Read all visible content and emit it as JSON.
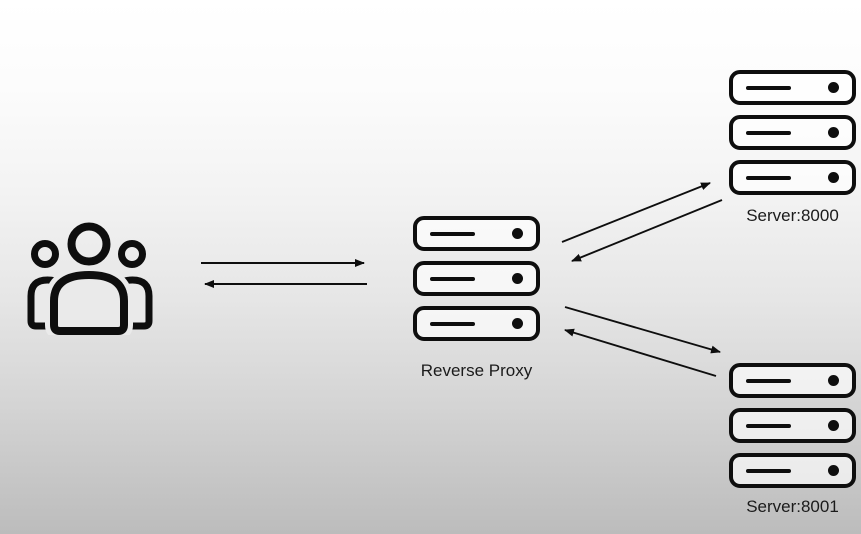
{
  "diagram": {
    "title": "",
    "colors": {
      "ink": "#0e0e0e",
      "background_top": "#ffffff",
      "background_bottom": "#bcbcbc",
      "server_unit_fill": "rgba(255,255,255,0.65)"
    },
    "nodes": {
      "clients": {
        "icon": "users-group-icon",
        "label": ""
      },
      "proxy": {
        "icon": "server-stack-icon",
        "label": "Reverse Proxy"
      },
      "server_8000": {
        "icon": "server-stack-icon",
        "label": "Server:8000"
      },
      "server_8001": {
        "icon": "server-stack-icon",
        "label": "Server:8001"
      }
    },
    "edges": [
      {
        "from": "clients",
        "to": "proxy"
      },
      {
        "from": "proxy",
        "to": "clients"
      },
      {
        "from": "proxy",
        "to": "server_8000"
      },
      {
        "from": "server_8000",
        "to": "proxy"
      },
      {
        "from": "proxy",
        "to": "server_8001"
      },
      {
        "from": "server_8001",
        "to": "proxy"
      }
    ]
  }
}
